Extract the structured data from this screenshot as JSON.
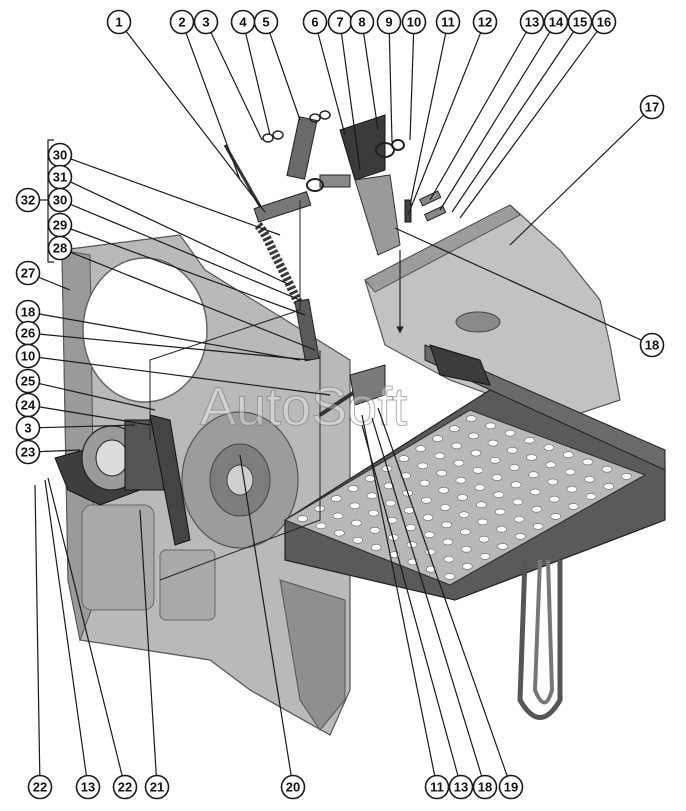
{
  "watermark": "AutoSoft",
  "callouts": [
    "1",
    "2",
    "3",
    "4",
    "5",
    "6",
    "7",
    "8",
    "9",
    "10",
    "11",
    "12",
    "13",
    "14",
    "15",
    "16",
    "17",
    "18",
    "19",
    "20",
    "21",
    "22",
    "23",
    "24",
    "25",
    "26",
    "27",
    "28",
    "29",
    "30",
    "31",
    "32"
  ],
  "colors": {
    "panel_light": "#cfcfcf",
    "panel_mid": "#a8a8a8",
    "panel_dark": "#6f6f6f",
    "outline": "#1a1a1a"
  }
}
